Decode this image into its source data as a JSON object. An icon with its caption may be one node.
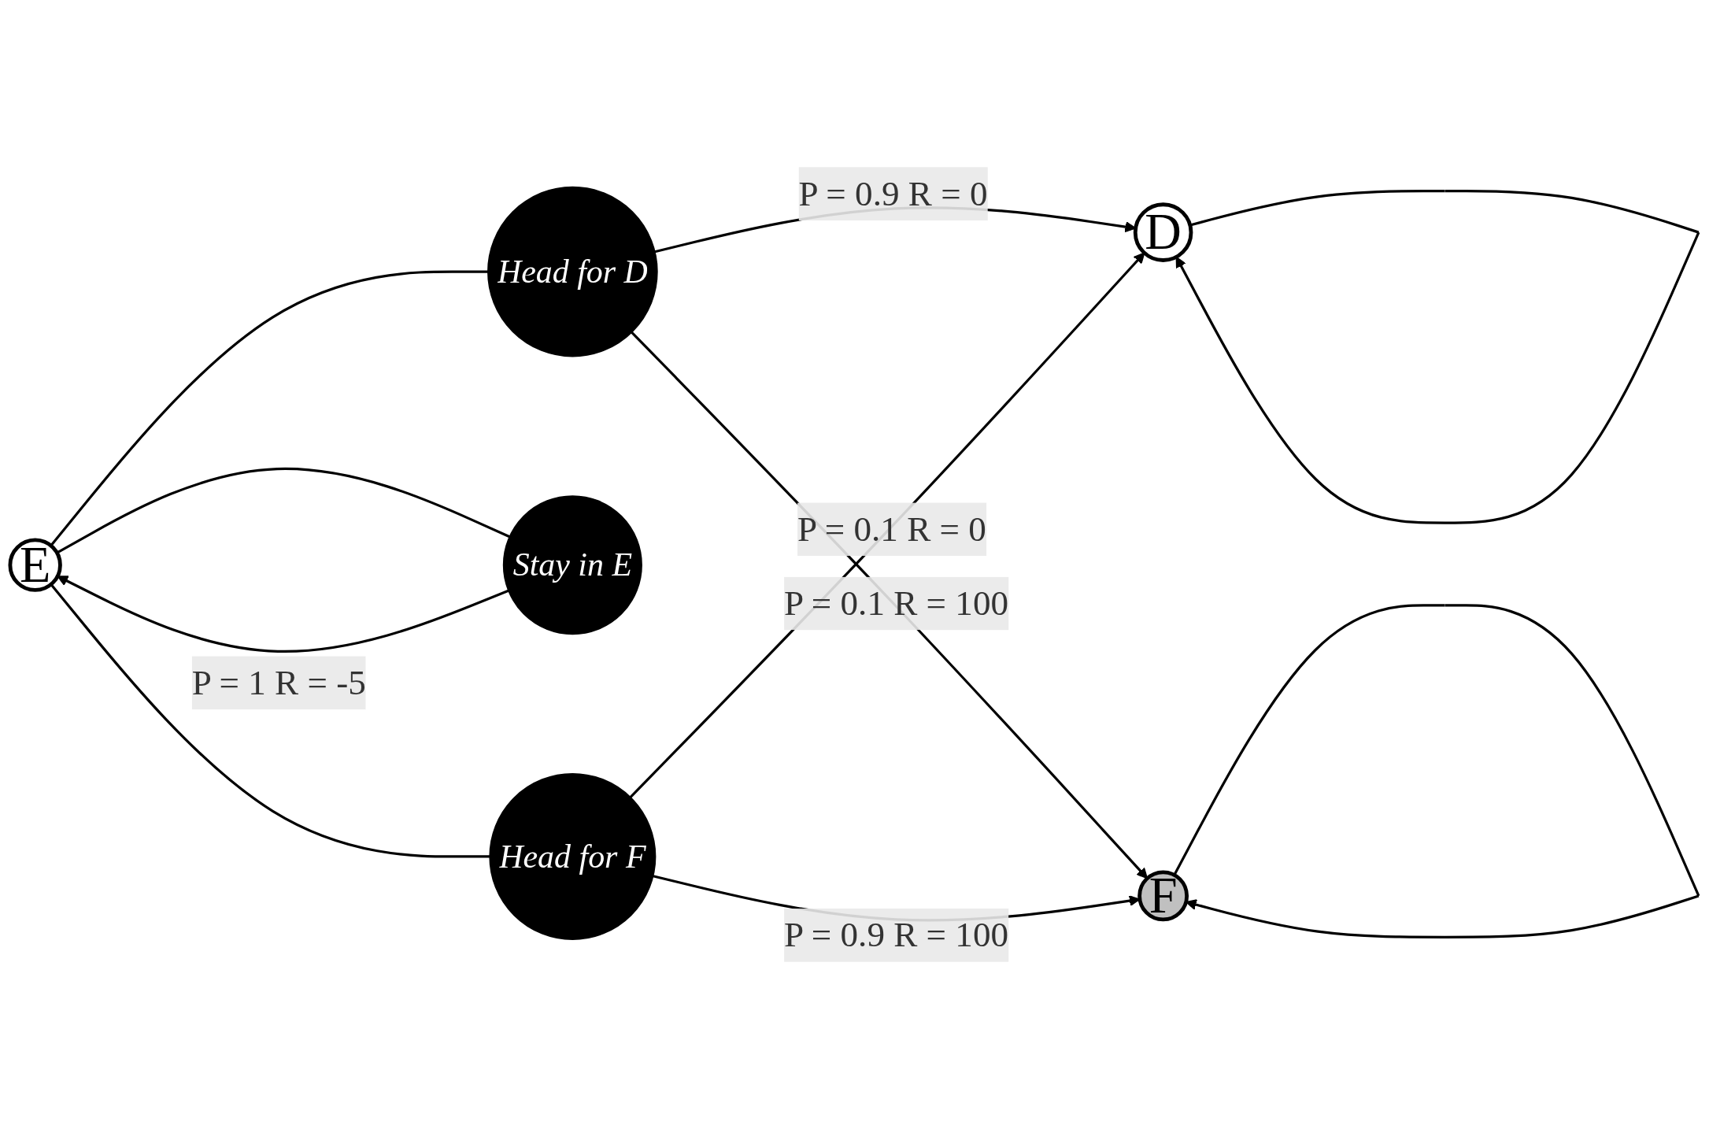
{
  "diagram": {
    "nodes": [
      {
        "text": [
          "E"
        ]
      },
      {
        "text": [
          "Head for D"
        ]
      },
      {
        "text": [
          "Stay in E"
        ]
      },
      {
        "text": [
          "Head for F"
        ]
      },
      {
        "text": [
          "D"
        ]
      },
      {
        "text": [
          "F"
        ]
      }
    ],
    "edges": [
      {
        "from": 0,
        "to": 1,
        "arrow": "none"
      },
      {
        "from": 0,
        "to": 2,
        "arrow": "none"
      },
      {
        "from": 2,
        "to": 0,
        "arrow": "to",
        "label": "P = 1 R = -5"
      },
      {
        "from": 0,
        "to": 3,
        "arrow": "none"
      },
      {
        "from": 1,
        "to": 4,
        "arrow": "to",
        "label": "P = 0.9 R = 0"
      },
      {
        "from": 1,
        "to": 5,
        "arrow": "to",
        "label": "P = 0.1 R = 100"
      },
      {
        "from": 3,
        "to": 4,
        "arrow": "to",
        "label": "P = 0.1 R = 0"
      },
      {
        "from": 3,
        "to": 5,
        "arrow": "to",
        "label": "P = 0.9 R = 100"
      },
      {
        "from": 4,
        "to": 4,
        "arrow": "to"
      },
      {
        "from": 5,
        "to": 5,
        "arrow": "to"
      }
    ]
  }
}
